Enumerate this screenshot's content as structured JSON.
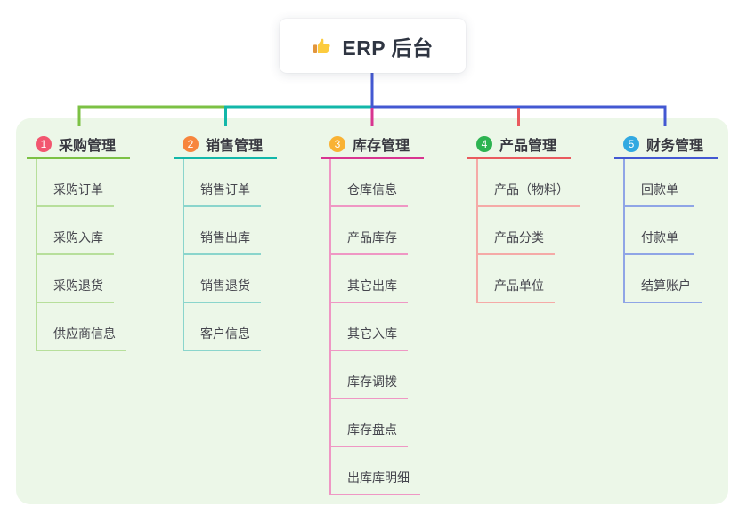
{
  "root": {
    "label": "ERP 后台",
    "icon": "thumbs-up-icon",
    "line_color": "#4358d2"
  },
  "colors": {
    "canvas_bg": "#ffffff",
    "panel_bg": "#ecf7e8",
    "header_text": "#383840",
    "child_text": "#45454d",
    "root_text": "#2f3542",
    "thumb_yellow": "#fccb3e",
    "thumb_cuff": "#e2953b"
  },
  "branches": [
    {
      "index": "1",
      "label": "采购管理",
      "badge_color": "#f2566f",
      "line_color": "#7cc144",
      "child_line_color": "#b7df9b",
      "children": [
        "采购订单",
        "采购入库",
        "采购退货",
        "供应商信息"
      ]
    },
    {
      "index": "2",
      "label": "销售管理",
      "badge_color": "#f7853d",
      "line_color": "#12b7a9",
      "child_line_color": "#8ad5cc",
      "children": [
        "销售订单",
        "销售出库",
        "销售退货",
        "客户信息"
      ]
    },
    {
      "index": "3",
      "label": "库存管理",
      "badge_color": "#f9b233",
      "line_color": "#d83590",
      "child_line_color": "#ef97c4",
      "children": [
        "仓库信息",
        "产品库存",
        "其它出库",
        "其它入库",
        "库存调拨",
        "库存盘点",
        "出库库明细"
      ]
    },
    {
      "index": "4",
      "label": "产品管理",
      "badge_color": "#2db351",
      "line_color": "#e95a5e",
      "child_line_color": "#f5aaa7",
      "children": [
        "产品（物料）",
        "产品分类",
        "产品单位"
      ]
    },
    {
      "index": "5",
      "label": "财务管理",
      "badge_color": "#31a9e1",
      "line_color": "#4358d2",
      "child_line_color": "#8fa5e6",
      "children": [
        "回款单",
        "付款单",
        "结算账户"
      ]
    }
  ]
}
